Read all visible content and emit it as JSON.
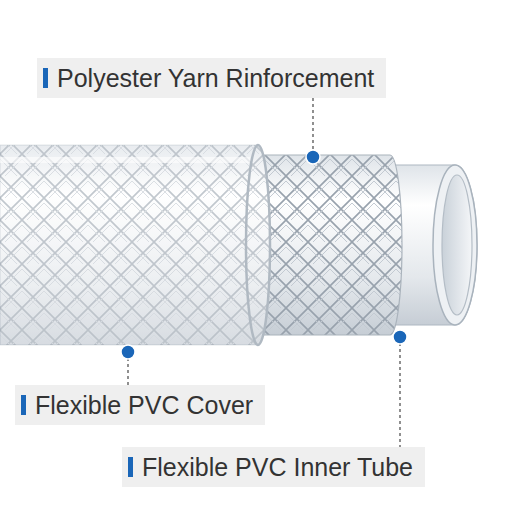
{
  "diagram": {
    "nodes": [
      {
        "text": [
          "Polyester Yarn Rinforcement"
        ]
      },
      {
        "text": [
          "Flexible PVC Cover"
        ]
      },
      {
        "text": [
          "Flexible PVC Inner Tube"
        ]
      }
    ]
  }
}
